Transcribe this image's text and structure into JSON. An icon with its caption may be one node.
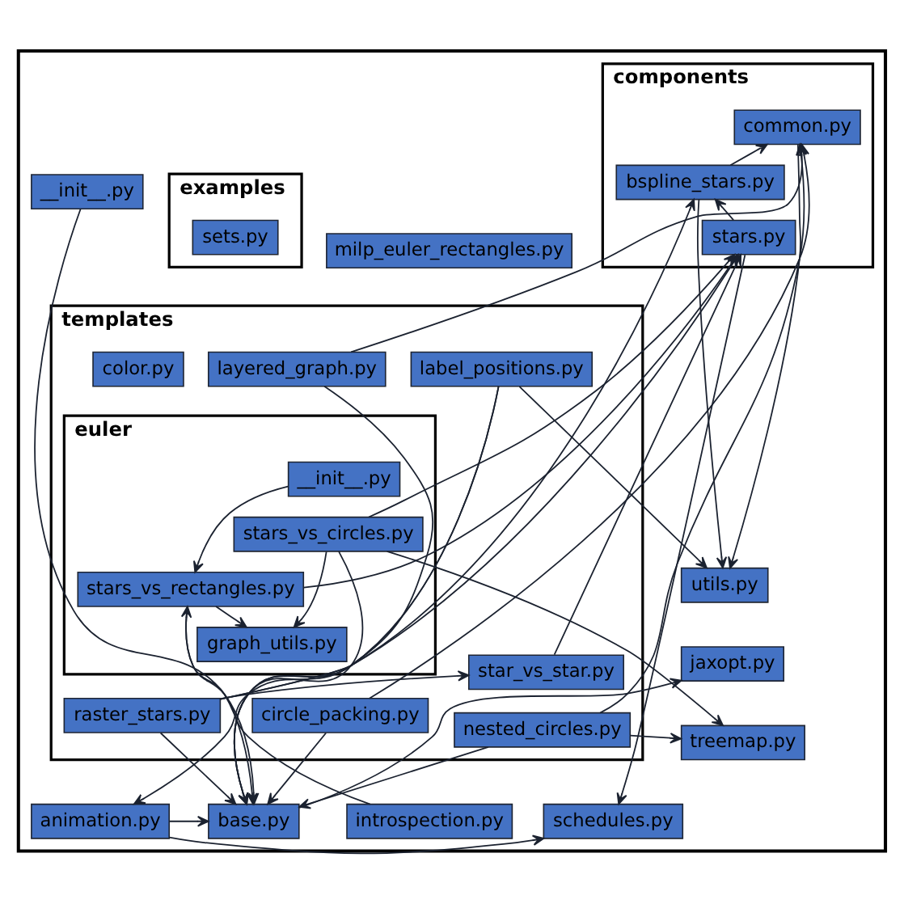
{
  "diagram": {
    "nodes": [
      {
        "text": [],
        "shape": "box"
      },
      {
        "text": [
          "templates"
        ],
        "in": 0
      },
      {
        "text": [
          "layered_graph.py"
        ],
        "in": 1
      },
      {
        "text": [
          "circle_packing.py"
        ],
        "in": 1
      },
      {
        "text": [
          "label_positions.py"
        ],
        "in": 1
      },
      {
        "text": [
          "raster_stars.py"
        ],
        "in": 1
      },
      {
        "text": [
          "color.py"
        ],
        "in": 1
      },
      {
        "text": [
          "nested_circles.py"
        ],
        "in": 1
      },
      {
        "text": [
          "star_vs_star.py"
        ],
        "in": 1
      },
      {
        "text": [
          "euler"
        ],
        "in": 1
      },
      {
        "text": [
          "stars_vs_rectangles.py"
        ],
        "in": 9
      },
      {
        "text": [
          "graph_utils.py"
        ],
        "in": 9
      },
      {
        "text": [
          "__init__.py"
        ],
        "in": 9
      },
      {
        "text": [
          "stars_vs_circles.py"
        ],
        "in": 9
      },
      {
        "text": [
          "base.py"
        ],
        "in": 0
      },
      {
        "text": [
          "milp_euler_rectangles.py"
        ],
        "in": 0
      },
      {
        "text": [
          "jaxopt.py"
        ],
        "in": 0
      },
      {
        "text": [
          "__init__.py"
        ],
        "in": 0
      },
      {
        "text": [
          "utils.py"
        ],
        "in": 0
      },
      {
        "text": [
          "schedules.py"
        ],
        "in": 0
      },
      {
        "text": [
          "treemap.py"
        ],
        "in": 0
      },
      {
        "text": [
          "examples"
        ],
        "in": 0
      },
      {
        "text": [
          "sets.py"
        ],
        "in": 21
      },
      {
        "text": [
          "animation.py"
        ],
        "in": 0
      },
      {
        "text": [
          "introspection.py"
        ],
        "in": 0
      },
      {
        "text": [
          "components"
        ],
        "in": 0
      },
      {
        "text": [
          "stars.py"
        ],
        "in": 25
      },
      {
        "text": [
          "common.py"
        ],
        "in": 25
      },
      {
        "text": [
          "bspline_stars.py"
        ],
        "in": 25
      }
    ],
    "edges": [
      {
        "from": 2,
        "to": 14,
        "arrow": "to"
      },
      {
        "from": 2,
        "to": 27,
        "arrow": "to"
      },
      {
        "from": 3,
        "to": 14,
        "arrow": "to"
      },
      {
        "from": 3,
        "to": 27,
        "arrow": "to"
      },
      {
        "from": 4,
        "to": 14,
        "arrow": "to"
      },
      {
        "from": 4,
        "to": 23,
        "arrow": "to"
      },
      {
        "from": 4,
        "to": 18,
        "arrow": "to"
      },
      {
        "from": 5,
        "to": 14,
        "arrow": "to"
      },
      {
        "from": 5,
        "to": 8,
        "arrow": "to"
      },
      {
        "from": 5,
        "to": 26,
        "arrow": "to"
      },
      {
        "from": 5,
        "to": 28,
        "arrow": "to"
      },
      {
        "from": 7,
        "to": 14,
        "arrow": "to"
      },
      {
        "from": 7,
        "to": 20,
        "arrow": "to"
      },
      {
        "from": 7,
        "to": 27,
        "arrow": "to"
      },
      {
        "from": 8,
        "to": 26,
        "arrow": "to"
      },
      {
        "from": 10,
        "to": 11,
        "arrow": "to"
      },
      {
        "from": 10,
        "to": 26,
        "arrow": "to"
      },
      {
        "from": 10,
        "to": 14,
        "arrow": "to"
      },
      {
        "from": 12,
        "to": 10,
        "arrow": "to"
      },
      {
        "from": 13,
        "to": 11,
        "arrow": "to"
      },
      {
        "from": 13,
        "to": 26,
        "arrow": "to"
      },
      {
        "from": 13,
        "to": 14,
        "arrow": "to"
      },
      {
        "from": 13,
        "to": 20,
        "arrow": "to"
      },
      {
        "from": 14,
        "to": 16,
        "arrow": "to"
      },
      {
        "from": 17,
        "to": 14,
        "arrow": "to"
      },
      {
        "from": 23,
        "to": 14,
        "arrow": "to"
      },
      {
        "from": 23,
        "to": 19,
        "arrow": "to"
      },
      {
        "from": 24,
        "to": 10,
        "arrow": "to"
      },
      {
        "from": 26,
        "to": 28,
        "arrow": "to"
      },
      {
        "from": 28,
        "to": 27,
        "arrow": "to"
      },
      {
        "from": 28,
        "to": 18,
        "arrow": "to"
      },
      {
        "from": 27,
        "to": 18,
        "arrow": "to"
      },
      {
        "from": 26,
        "to": 19,
        "arrow": "to"
      }
    ]
  }
}
